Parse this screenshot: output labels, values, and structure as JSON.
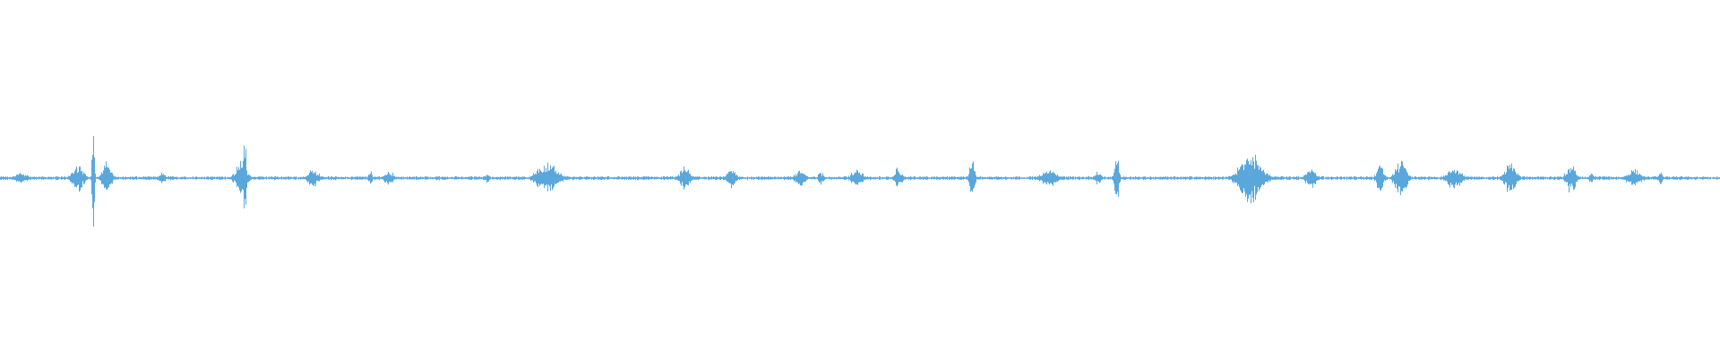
{
  "waveform": {
    "color": "#5aa7dc",
    "baseline_amplitude": 0.004,
    "bursts": [
      {
        "t": 0.012,
        "width": 0.012,
        "amp": 0.018
      },
      {
        "t": 0.045,
        "width": 0.01,
        "amp": 0.045
      },
      {
        "t": 0.054,
        "width": 0.002,
        "amp": 0.22
      },
      {
        "t": 0.062,
        "width": 0.008,
        "amp": 0.05
      },
      {
        "t": 0.094,
        "width": 0.006,
        "amp": 0.02
      },
      {
        "t": 0.14,
        "width": 0.01,
        "amp": 0.05
      },
      {
        "t": 0.142,
        "width": 0.003,
        "amp": 0.14
      },
      {
        "t": 0.182,
        "width": 0.01,
        "amp": 0.03
      },
      {
        "t": 0.215,
        "width": 0.003,
        "amp": 0.03
      },
      {
        "t": 0.226,
        "width": 0.008,
        "amp": 0.025
      },
      {
        "t": 0.283,
        "width": 0.004,
        "amp": 0.015
      },
      {
        "t": 0.318,
        "width": 0.018,
        "amp": 0.05
      },
      {
        "t": 0.398,
        "width": 0.008,
        "amp": 0.04
      },
      {
        "t": 0.425,
        "width": 0.008,
        "amp": 0.03
      },
      {
        "t": 0.465,
        "width": 0.01,
        "amp": 0.025
      },
      {
        "t": 0.477,
        "width": 0.005,
        "amp": 0.02
      },
      {
        "t": 0.498,
        "width": 0.01,
        "amp": 0.03
      },
      {
        "t": 0.522,
        "width": 0.006,
        "amp": 0.035
      },
      {
        "t": 0.565,
        "width": 0.004,
        "amp": 0.08
      },
      {
        "t": 0.61,
        "width": 0.016,
        "amp": 0.025
      },
      {
        "t": 0.638,
        "width": 0.006,
        "amp": 0.02
      },
      {
        "t": 0.649,
        "width": 0.004,
        "amp": 0.09
      },
      {
        "t": 0.727,
        "width": 0.02,
        "amp": 0.08
      },
      {
        "t": 0.762,
        "width": 0.01,
        "amp": 0.03
      },
      {
        "t": 0.802,
        "width": 0.006,
        "amp": 0.05
      },
      {
        "t": 0.814,
        "width": 0.01,
        "amp": 0.06
      },
      {
        "t": 0.845,
        "width": 0.012,
        "amp": 0.04
      },
      {
        "t": 0.878,
        "width": 0.01,
        "amp": 0.05
      },
      {
        "t": 0.913,
        "width": 0.008,
        "amp": 0.05
      },
      {
        "t": 0.925,
        "width": 0.004,
        "amp": 0.02
      },
      {
        "t": 0.95,
        "width": 0.012,
        "amp": 0.03
      },
      {
        "t": 0.965,
        "width": 0.004,
        "amp": 0.02
      }
    ]
  }
}
